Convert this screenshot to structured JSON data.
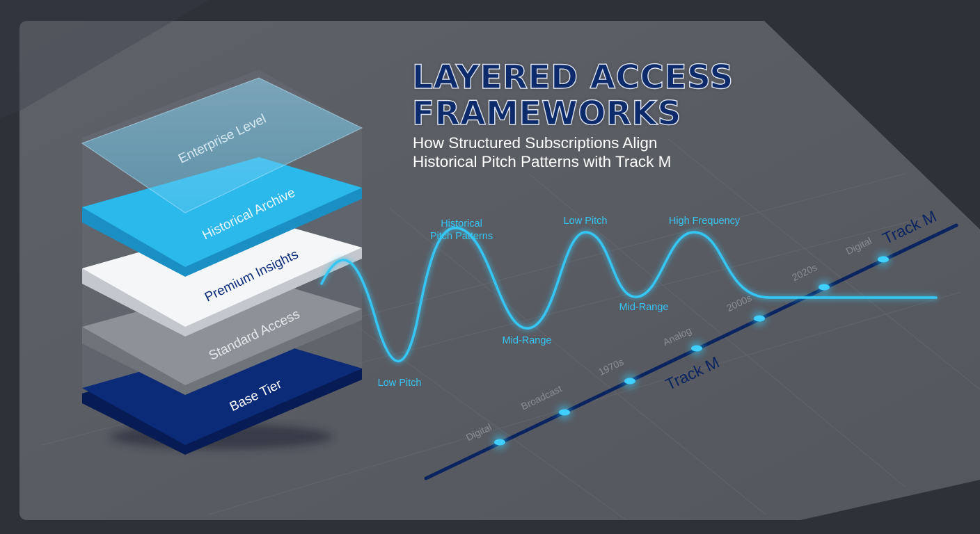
{
  "heading": {
    "title_line1": "LAYERED ACCESS",
    "title_line2": "FRAMEWORKS",
    "subtitle_line1": "How Structured Subscriptions Align",
    "subtitle_line2": "Historical Pitch Patterns with Track M"
  },
  "tiers": [
    {
      "label": "Enterprise Level",
      "style": "translucent"
    },
    {
      "label": "Historical Archive",
      "style": "cyan"
    },
    {
      "label": "Premium Insights",
      "style": "white"
    },
    {
      "label": "Standard Access",
      "style": "gray"
    },
    {
      "label": "Base Tier",
      "style": "navy"
    }
  ],
  "wave_labels": [
    "Historical",
    "Pitch Patterns",
    "Low Pitch",
    "High Frequency",
    "Mid-Range",
    "Mid-Range",
    "Low Pitch"
  ],
  "timeline": {
    "track_label_primary": "Track M",
    "track_label_secondary": "Track M",
    "era_labels": [
      "Digital",
      "Broadcast",
      "1970s",
      "Analog",
      "2000s",
      "2020s",
      "Digital"
    ]
  },
  "colors": {
    "background": "#2f343c",
    "panel": "#5a5d64",
    "wave": "#35c6f4",
    "track": "#0b2460",
    "tier_cyan": "#2bb8ea",
    "tier_navy": "#0b2a78",
    "tier_gray": "#8d9198"
  }
}
